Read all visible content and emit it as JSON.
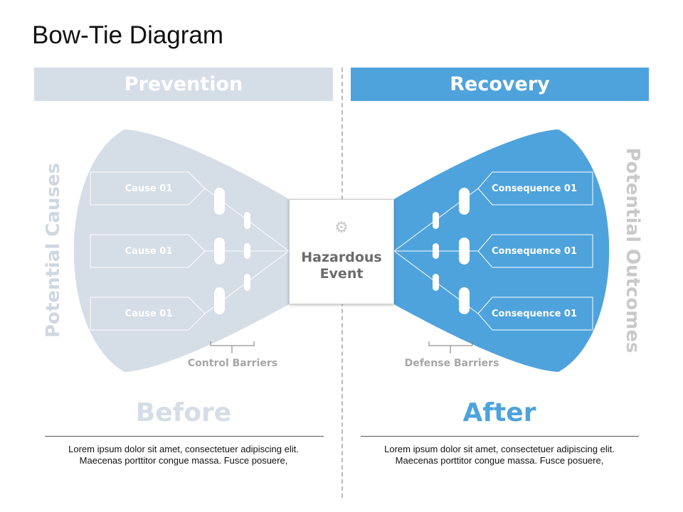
{
  "title": "Bow-Tie Diagram",
  "headers": {
    "left": "Prevention",
    "right": "Recovery"
  },
  "side_labels": {
    "left": "Potential Causes",
    "right": "Potential Outcomes"
  },
  "causes": [
    "Cause 01",
    "Cause 01",
    "Cause 01"
  ],
  "consequences": [
    "Consequence 01",
    "Consequence 01",
    "Consequence 01"
  ],
  "center": {
    "icon": "gears-icon",
    "line1": "Hazardous",
    "line2": "Event"
  },
  "barriers": {
    "left": "Control Barriers",
    "right": "Defense Barriers"
  },
  "bottom": {
    "left": {
      "heading": "Before",
      "text": "Lorem ipsum dolor sit amet, consectetuer adipiscing elit. Maecenas porttitor congue massa. Fusce posuere,"
    },
    "right": {
      "heading": "After",
      "text": "Lorem ipsum dolor sit amet, consectetuer adipiscing elit. Maecenas porttitor congue massa. Fusce posuere,"
    }
  },
  "colors": {
    "prevention": "#d5dde7",
    "recovery": "#4ea3dc",
    "side_label_left": "#d0d7e1",
    "side_label_right": "#c9c9c9",
    "barrier_label": "#a6a6a6",
    "center_text": "#6b6b6b"
  }
}
